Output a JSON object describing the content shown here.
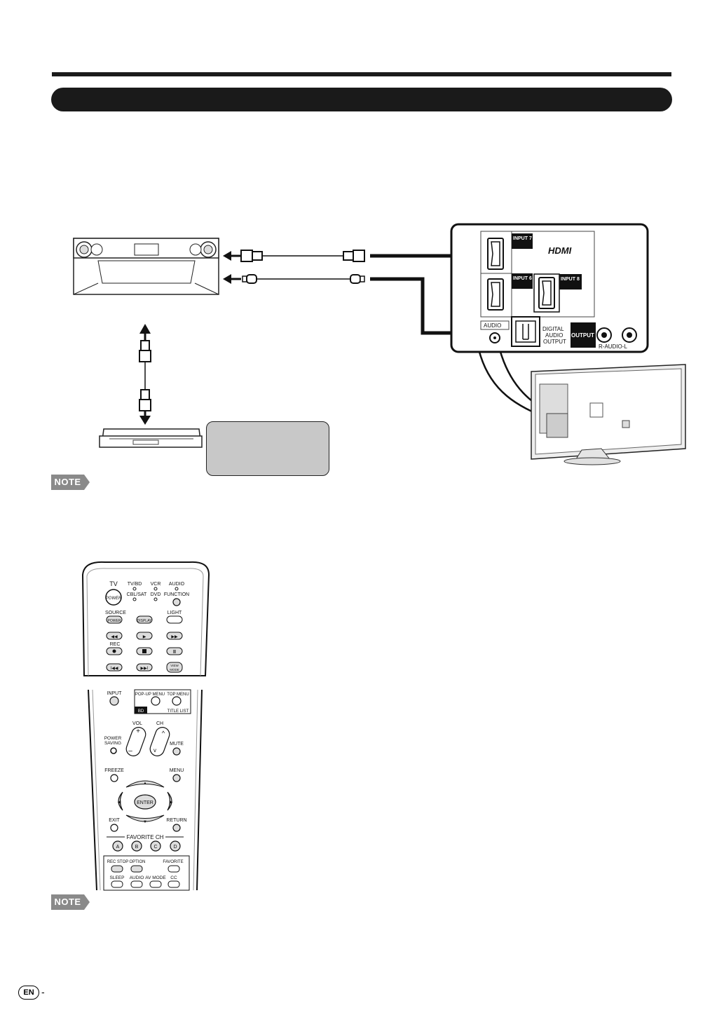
{
  "note_label": "NOTE",
  "panel": {
    "hdmi_logo": "HDMI",
    "input7": "INPUT 7",
    "input6": "INPUT 6",
    "input8": "INPUT 8",
    "audio": "AUDIO",
    "digital_audio_output": [
      "DIGITAL",
      "AUDIO",
      "OUTPUT"
    ],
    "output": "OUTPUT",
    "r_audio_l": "R-AUDIO-L"
  },
  "remote": {
    "tv": "TV",
    "power": "POWER",
    "tv_bd": "TV/BD",
    "vcr": "VCR",
    "audio_top": "AUDIO",
    "cbl_sat": "CBL/SAT",
    "dvd": "DVD",
    "function": "FUNCTION",
    "source": "SOURCE",
    "source_power": "POWER",
    "display": "DISPLAY",
    "light": "LIGHT",
    "rec": "REC",
    "view_mode": [
      "VIEW",
      "MODE"
    ],
    "input": "INPUT",
    "popup_menu": "POP-UP MENU",
    "top_menu": "TOP MENU",
    "bd": "BD",
    "title_list": "TITLE LIST",
    "vol": "VOL",
    "ch": "CH",
    "power_saving": [
      "POWER",
      "SAVING"
    ],
    "mute": "MUTE",
    "freeze": "FREEZE",
    "menu": "MENU",
    "enter": "ENTER",
    "exit": "EXIT",
    "return": "RETURN",
    "favorite_ch": "FAVORITE CH",
    "fav_buttons": [
      "A",
      "B",
      "C",
      "D"
    ],
    "rec_stop": "REC STOP",
    "option": "OPTION",
    "favorite": "FAVORITE",
    "sleep": "SLEEP",
    "audio_bottom": "AUDIO",
    "av_mode": "AV MODE",
    "cc": "CC"
  },
  "footer": {
    "lang": "EN",
    "dash": "-"
  }
}
